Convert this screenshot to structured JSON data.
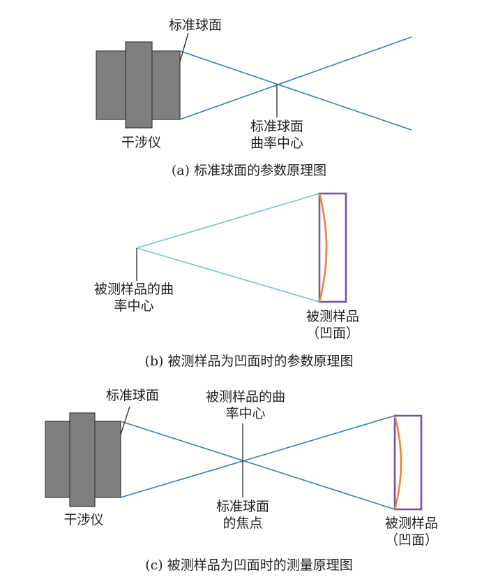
{
  "colors": {
    "interferometer_fill": "#7f7f7f",
    "interferometer_stroke": "#3a3a3a",
    "beam_dark": "#2e7ec2",
    "beam_light": "#6fc3dc",
    "sample_frame": "#7a4fa5",
    "sample_surface": "#ee8230",
    "leader": "#333333"
  },
  "panel_a": {
    "label_reference_sphere": "标准球面",
    "label_interferometer": "干涉仪",
    "label_center_line1": "标准球面",
    "label_center_line2": "曲率中心",
    "caption": "(a) 标准球面的参数原理图"
  },
  "panel_b": {
    "label_center_line1": "被测样品的曲",
    "label_center_line2": "率中心",
    "label_sample_line1": "被测样品",
    "label_sample_line2": "（凹面）",
    "caption": "(b) 被测样品为凹面时的参数原理图"
  },
  "panel_c": {
    "label_reference_sphere": "标准球面",
    "label_center_line1": "被测样品的曲",
    "label_center_line2": "率中心",
    "label_interferometer": "干涉仪",
    "label_focus_line1": "标准球面",
    "label_focus_line2": "的焦点",
    "label_sample_line1": "被测样品",
    "label_sample_line2": "（凹面）",
    "caption": "(c) 被测样品为凹面时的测量原理图"
  }
}
